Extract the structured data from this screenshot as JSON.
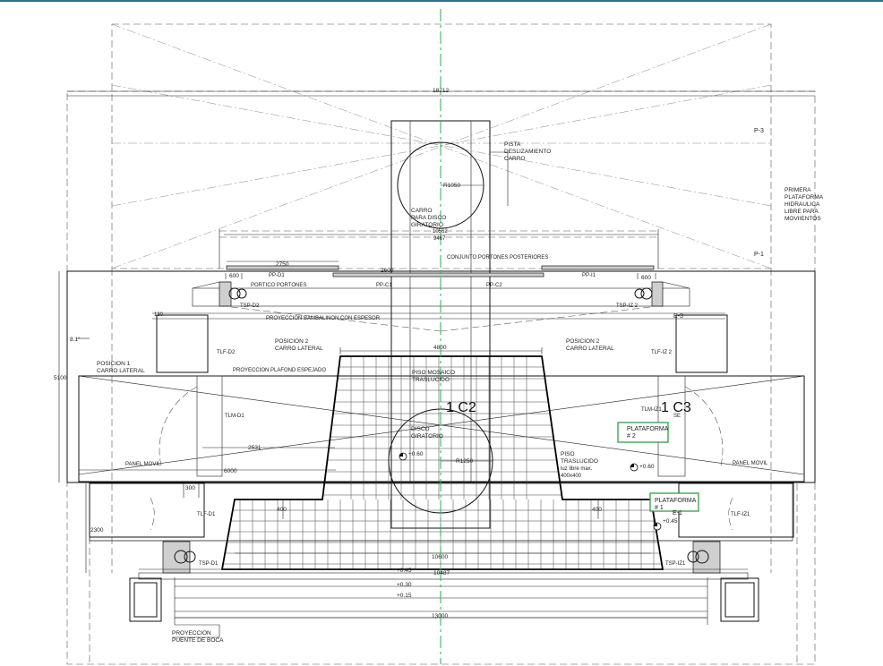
{
  "dimensions": {
    "d18212": "18212",
    "d10562": "10562",
    "d9467": "9467",
    "d2750": "2750",
    "d2600": "2600",
    "d600_left": "600",
    "d600_right": "600",
    "d130": "130",
    "d4800": "4800",
    "d5100": "5100",
    "d2531": "2531",
    "d6000": "6000",
    "d300": "300",
    "d2300": "2300",
    "d400_left": "400",
    "d400_right": "400",
    "d10600": "10600",
    "d10487": "10487",
    "d13000": "13000",
    "r1050": "R1050",
    "r1250": "R1250",
    "angle": "8.1°"
  },
  "levels": {
    "l060_left": "+0.60",
    "l060_right": "+0.60",
    "l045_right": "+0.45",
    "l045_bottom": "+0.45",
    "l030": "+0.30",
    "l015": "+0.15"
  },
  "labels": {
    "p3": "P-3",
    "p1": "P-1",
    "pista": [
      "PISTA",
      "DESLIZAMIENTO",
      "CARRO"
    ],
    "primera": [
      "PRIMERA",
      "PLATAFORMA",
      "HIDRAULICA",
      "LIBRE PARA",
      "MOVIIENTOS"
    ],
    "carro_disco": [
      "CARRO",
      "PARA DISCO",
      "GIRATORIO"
    ],
    "conjunto": "CONJUNTO PORTONES POSTERIORES",
    "pd1": "PP-D1",
    "pc1": "PP-C1",
    "pc2": "PP-C2",
    "pi1": "PP-I1",
    "portico": "PORTICO PORTONES",
    "tspd2": "TSP-D2",
    "tspiz2": "TSP-IZ 2",
    "e3": "E-3",
    "proy_bambalinon": "PROYECCION BAMBALINON CON ESPESOR",
    "posicion2_left": [
      "POSICION 2",
      "CARRO LATERAL"
    ],
    "posicion2_right": [
      "POSICION 2",
      "CARRO LATERAL"
    ],
    "posicion1": [
      "POSICION 1",
      "CARRO LATERAL"
    ],
    "tlfd2": "TLF-D2",
    "tlfiz2": "TLF-IZ 2",
    "proy_plafond": "PROYECCION PLAFOND ESPEJADO",
    "piso_mosaico": [
      "PISO MOSAICO",
      "TRASLUCIDO"
    ],
    "c2": "1 C2",
    "c3": "1 C3",
    "c3_small": "SE",
    "tlmd1": "TLM-D1",
    "tlmiz1": "TLM-IZ1",
    "disco": [
      "DISCO",
      "GIRATORIO"
    ],
    "piso_traslucido": [
      "PISO",
      "TRASLUCIDO",
      "luz libre max.",
      "400x400"
    ],
    "panel_movil_left": "PANEL MOVIL",
    "panel_movil_right": "PANEL MOVIL",
    "plataforma2": [
      "PLATAFORMA",
      "# 2"
    ],
    "plataforma1": [
      "PLATAFORMA",
      "# 1"
    ],
    "e1": "E-1",
    "tlfd1": "TLF-D1",
    "tlfiz1": "TLF-IZ1",
    "tspd1": "TSP-D1",
    "tspiz1": "TSP-IZ1",
    "proy_puente": [
      "PROYECCION",
      "PUENTE DE BOCA"
    ]
  },
  "colors": {
    "axis": "#22b14c",
    "highlight_box": "#2ea043",
    "topbar": "#2f6f8f"
  }
}
